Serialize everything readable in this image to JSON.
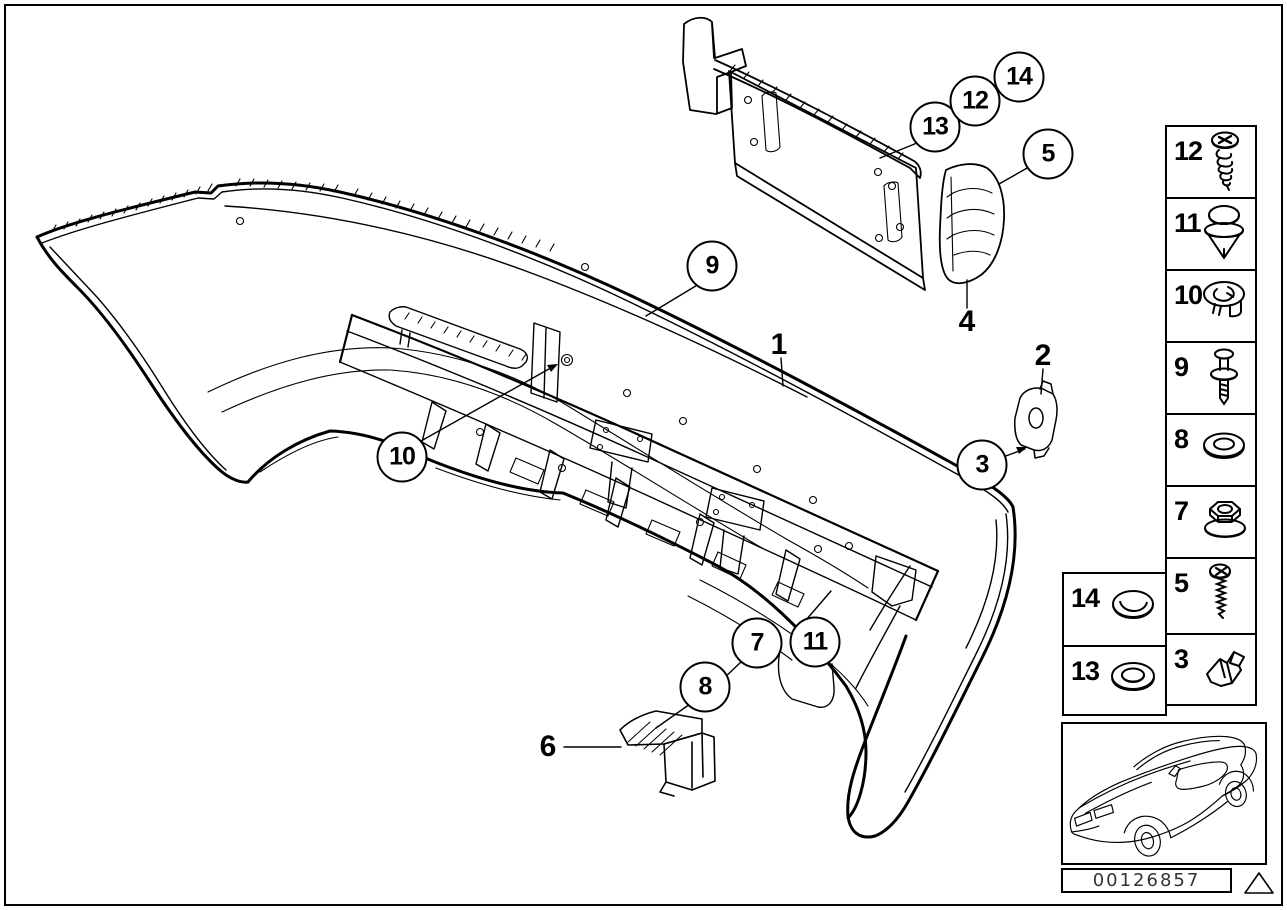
{
  "callouts": {
    "n1": "1",
    "n2": "2",
    "n3": "3",
    "n4": "4",
    "n5": "5",
    "n6": "6",
    "n7": "7",
    "n8": "8",
    "n9": "9",
    "n10": "10",
    "n11": "11",
    "n12": "12",
    "n13": "13",
    "n14": "14"
  },
  "legend": {
    "rows": [
      {
        "label": "12",
        "part": "coarse-thread-screw"
      },
      {
        "label": "11",
        "part": "expanding-rivet"
      },
      {
        "label": "10",
        "part": "grommet-nut"
      },
      {
        "label": "9",
        "part": "expansion-pin"
      },
      {
        "label": "8",
        "part": "washer"
      },
      {
        "label": "7",
        "part": "flange-nut"
      },
      {
        "label": "5",
        "part": "tapping-screw"
      },
      {
        "label": "3",
        "part": "clamp-bracket"
      }
    ],
    "left_rows": [
      {
        "label": "14",
        "part": "cover-cap"
      },
      {
        "label": "13",
        "part": "spacer-ring"
      }
    ]
  },
  "footer": {
    "part_number": "00126857"
  },
  "colors": {
    "line": "#000000",
    "background": "#ffffff"
  }
}
